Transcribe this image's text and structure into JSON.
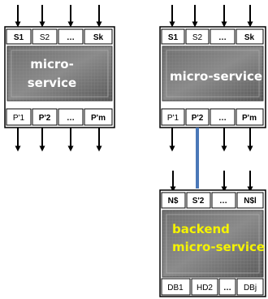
{
  "colors": {
    "chip_text_white": "#ffffff",
    "chip_text_yellow": "#f5f300",
    "connector": "#4a78b8",
    "box_border": "#000000"
  },
  "modules": {
    "left": {
      "chip_lines": [
        "micro-",
        "service"
      ],
      "inputs": [
        "S1",
        "S2",
        "…",
        "Sk"
      ],
      "outputs": [
        "P'1",
        "P'2",
        "…",
        "P'm"
      ]
    },
    "right": {
      "chip_lines": [
        "micro-service"
      ],
      "inputs": [
        "S1",
        "S2",
        "…",
        "Sk"
      ],
      "outputs": [
        "P'1",
        "P'2",
        "…",
        "P'm"
      ]
    },
    "backend": {
      "chip_lines": [
        "backend",
        "micro-service"
      ],
      "inputs": [
        "N$",
        "S'2",
        "…",
        "N$l"
      ],
      "outputs": [
        "DB1",
        "HD2",
        "…",
        "DBj"
      ]
    }
  }
}
